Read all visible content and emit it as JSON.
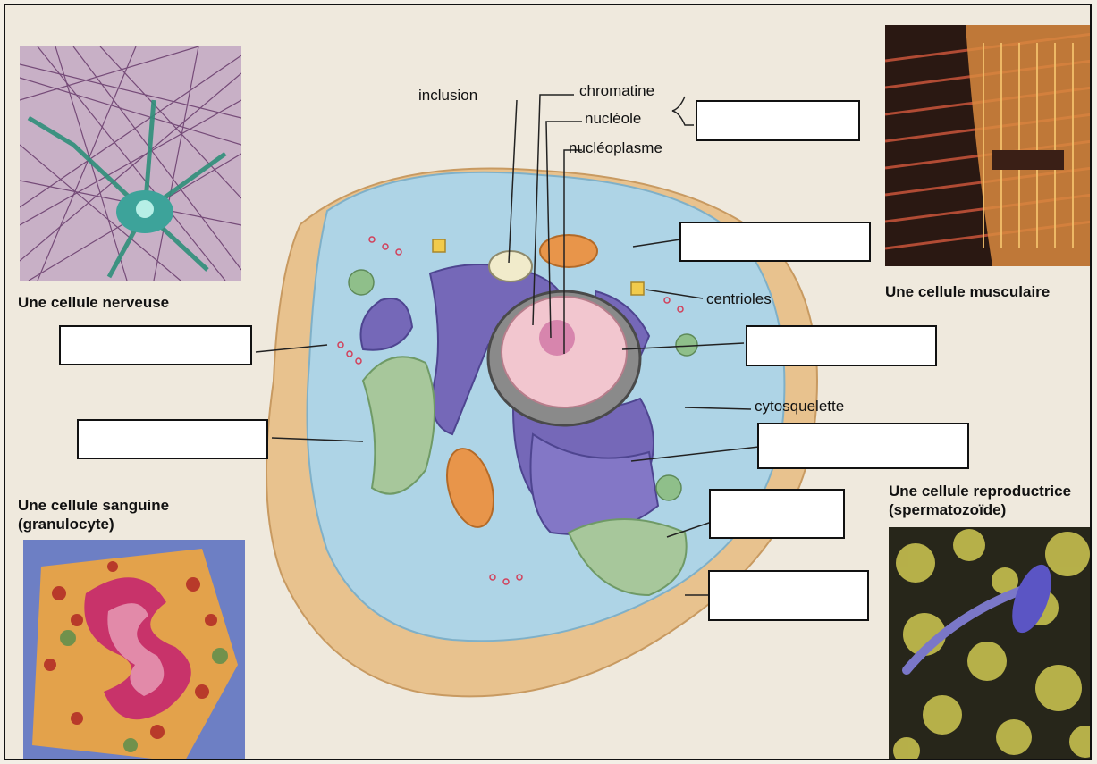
{
  "photos": {
    "nerve_caption": "Une cellule nerveuse",
    "muscle_caption": "Une cellule musculaire",
    "blood_caption_line1": "Une cellule sanguine",
    "blood_caption_line2": "(granulocyte)",
    "repro_caption_line1": "Une cellule reproductrice",
    "repro_caption_line2": "(spermatozoïde)"
  },
  "diagram": {
    "labels": {
      "inclusion": "inclusion",
      "chromatine": "chromatine",
      "nucleole": "nucléole",
      "nucleoplasme": "nucléoplasme",
      "centrioles": "centrioles",
      "cytosquelette": "cytosquelette"
    },
    "blank_boxes": 8
  },
  "colors": {
    "cell_outer": "#e8c28e",
    "cytoplasm": "#aed4e6",
    "nucleus": "#f2c6cf",
    "organelle_purple": "#7568b8",
    "mitochondria": "#e8954a",
    "golgi_green": "#a7c79b"
  }
}
